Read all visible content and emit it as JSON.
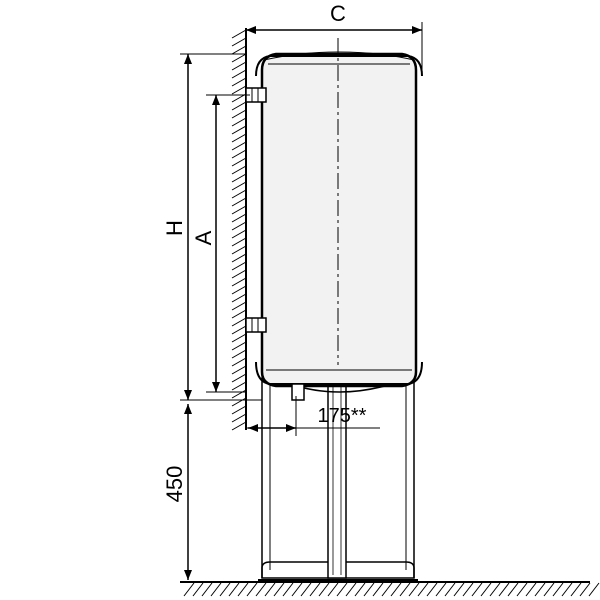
{
  "labels": {
    "width": "C",
    "height": "H",
    "bracket_spacing": "A",
    "wall_offset": "175**",
    "stand_height": "450"
  },
  "colors": {
    "line": "#000000",
    "tank_fill": "#f2f2f2",
    "background": "#ffffff"
  }
}
